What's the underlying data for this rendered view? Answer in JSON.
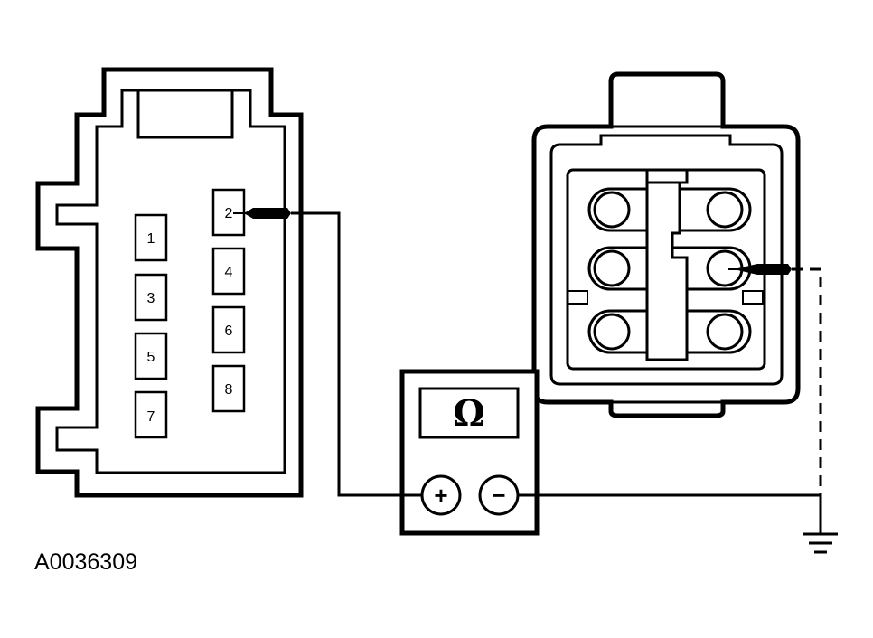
{
  "figure_id": "A0036309",
  "connector_left": {
    "pins_col_a": [
      "1",
      "3",
      "5",
      "7"
    ],
    "pins_col_b": [
      "2",
      "4",
      "6",
      "8"
    ]
  },
  "meter": {
    "display_symbol": "Ω",
    "positive_label": "+",
    "negative_label": "−"
  }
}
